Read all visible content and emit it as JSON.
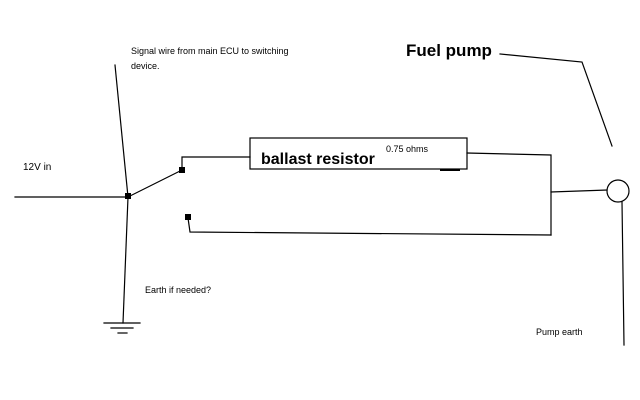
{
  "labels": {
    "signal_wire_line1": "Signal wire from main ECU to switching",
    "signal_wire_line2": "device.",
    "fuel_pump": "Fuel pump",
    "twelve_v_in": "12V in",
    "ohms": "0.75 ohms",
    "ballast_resistor": "ballast resistor",
    "earth_if_needed": "Earth if needed?",
    "pump_earth": "Pump earth"
  },
  "colors": {
    "ink": "#000000",
    "background": "#ffffff"
  }
}
